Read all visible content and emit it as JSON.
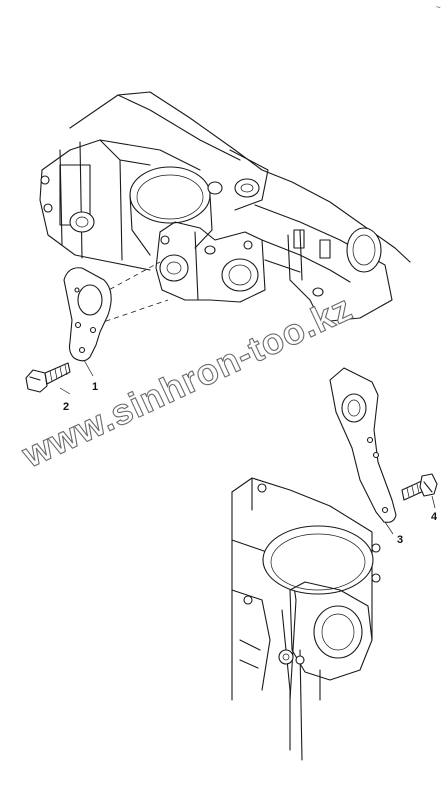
{
  "corner_mark": "~",
  "watermark": "www.sinhron-too.kz",
  "callouts": [
    {
      "number": "1",
      "part": "bracket"
    },
    {
      "number": "2",
      "part": "bolt"
    },
    {
      "number": "3",
      "part": "bracket"
    },
    {
      "number": "4",
      "part": "bolt"
    }
  ]
}
